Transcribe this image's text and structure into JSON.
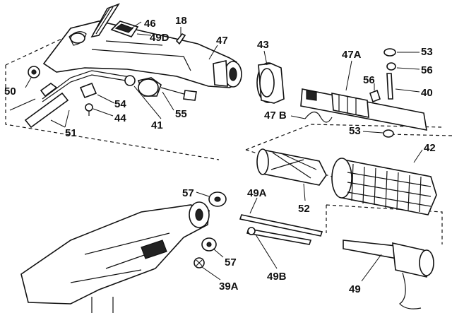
{
  "labels": {
    "p46": "46",
    "p49d": "49D",
    "p18": "18",
    "p47": "47",
    "p43": "43",
    "p47a": "47A",
    "p53a": "53",
    "p56a": "56",
    "p56b": "56",
    "p40": "40",
    "p50": "50",
    "p54": "54",
    "p44": "44",
    "p41": "41",
    "p55": "55",
    "p51": "51",
    "p47b": "47 B",
    "p53b": "53",
    "p42": "42",
    "p52": "52",
    "p57a": "57",
    "p49a": "49A",
    "p57b": "57",
    "p49b": "49B",
    "p39a": "39A",
    "p49": "49"
  }
}
